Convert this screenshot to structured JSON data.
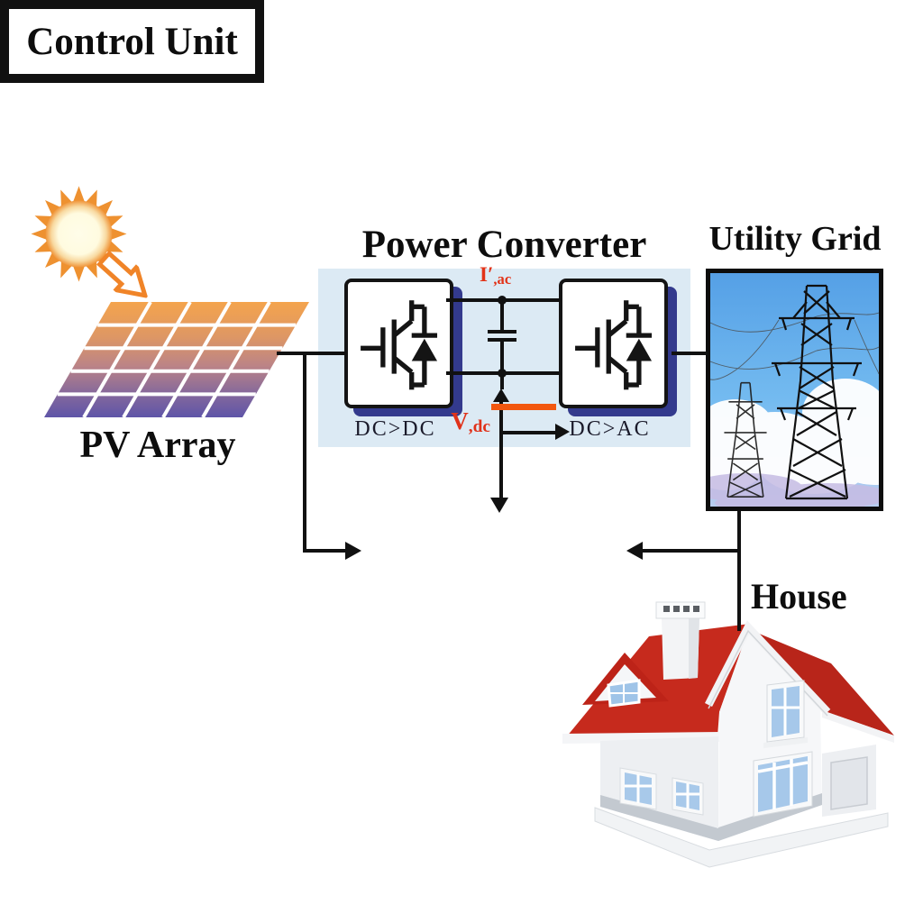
{
  "titles": {
    "pv_array": "PV Array",
    "power_converter": "Power Converter",
    "utility_grid": "Utility Grid",
    "control_unit": "Control Unit",
    "house": "House"
  },
  "converter": {
    "dcdc_label": "DC>DC",
    "dcac_label": "DC>AC",
    "dc_link_current_main": "I′",
    "dc_link_current_sub": ",ac",
    "dc_link_voltage_main": "V",
    "dc_link_voltage_sub": ",dc"
  },
  "icons": {
    "sun": "sun-icon",
    "irradiance_arrow": "irradiance-arrow-icon",
    "pv_panel": "pv-panel-icon",
    "igbt_dcdc": "igbt-symbol-icon",
    "igbt_dcac": "igbt-symbol-icon",
    "dc_link_capacitor": "dc-link-capacitor-icon",
    "vdc_waveform": "vdc-waveform-icon",
    "transmission_towers": "transmission-towers-icon",
    "house": "house-icon"
  },
  "colors": {
    "accent_red": "#E23318",
    "waveform_orange": "#F2570F",
    "panel_blue": "#DCEAF4",
    "shadow_navy": "#333A8D",
    "pv_gradient_top": "#F4A44D",
    "pv_gradient_bottom": "#5F55A8",
    "roof_red": "#C2291D",
    "sky_blue": "#5EA7E8",
    "line_black": "#111111",
    "sun_orange": "#EE9130"
  }
}
